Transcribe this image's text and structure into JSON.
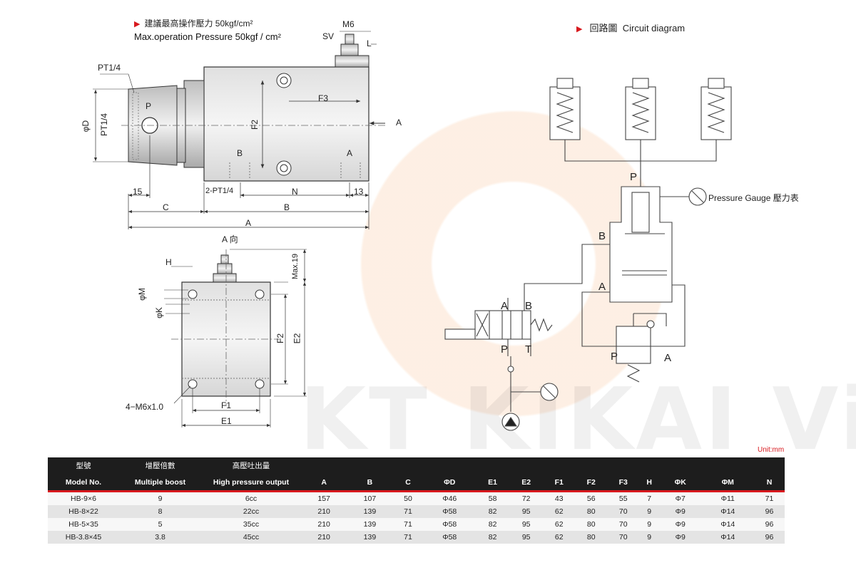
{
  "spec_header": {
    "cn": "建議最高操作壓力 50kgf/cm²",
    "en": "Max.operation Pressure 50kgf / cm²"
  },
  "circuit": {
    "title_cn": "回路圖",
    "title_en": "Circuit diagram",
    "pressure_gauge": "Pressure Gauge",
    "pressure_gauge_cn": "壓力表",
    "port_p": "P",
    "port_a": "A",
    "port_b": "B",
    "port_t": "T"
  },
  "drawing_top": {
    "m6": "M6",
    "sv": "SV",
    "l": "L",
    "pt14_top": "PT1/4",
    "pt14_side": "PT1/4",
    "phi_d": "φD",
    "p": "P",
    "f3": "F3",
    "f2": "F2",
    "arrow_a": "A",
    "b": "B",
    "a": "A",
    "dim15": "15",
    "two_pt14": "2-PT1/4",
    "n": "N",
    "dim13": "13",
    "c": "C",
    "b_dim": "B",
    "a_dim": "A"
  },
  "drawing_bottom": {
    "view": "A 向",
    "h": "H",
    "phi_m": "φM",
    "phi_k": "φK",
    "max19": "Max.19",
    "f2": "F2",
    "e2": "E2",
    "screws": "4−M6x1.0",
    "f1": "F1",
    "e1": "E1"
  },
  "watermark": "KT KIKAI VietNam",
  "unit_label": "Unit:mm",
  "table": {
    "header_cn": [
      "型號",
      "增壓倍數",
      "高壓吐出量"
    ],
    "header_en": [
      "Model No.",
      "Multiple boost",
      "High pressure output",
      "A",
      "B",
      "C",
      "ΦD",
      "E1",
      "E2",
      "F1",
      "F2",
      "F3",
      "H",
      "ΦK",
      "ΦM",
      "N"
    ],
    "rows": [
      [
        "HB-9×6",
        "9",
        "6cc",
        "157",
        "107",
        "50",
        "Φ46",
        "58",
        "72",
        "43",
        "56",
        "55",
        "7",
        "Φ7",
        "Φ11",
        "71"
      ],
      [
        "HB-8×22",
        "8",
        "22cc",
        "210",
        "139",
        "71",
        "Φ58",
        "82",
        "95",
        "62",
        "80",
        "70",
        "9",
        "Φ9",
        "Φ14",
        "96"
      ],
      [
        "HB-5×35",
        "5",
        "35cc",
        "210",
        "139",
        "71",
        "Φ58",
        "82",
        "95",
        "62",
        "80",
        "70",
        "9",
        "Φ9",
        "Φ14",
        "96"
      ],
      [
        "HB-3.8×45",
        "3.8",
        "45cc",
        "210",
        "139",
        "71",
        "Φ58",
        "82",
        "95",
        "62",
        "80",
        "70",
        "9",
        "Φ9",
        "Φ14",
        "96"
      ]
    ]
  }
}
